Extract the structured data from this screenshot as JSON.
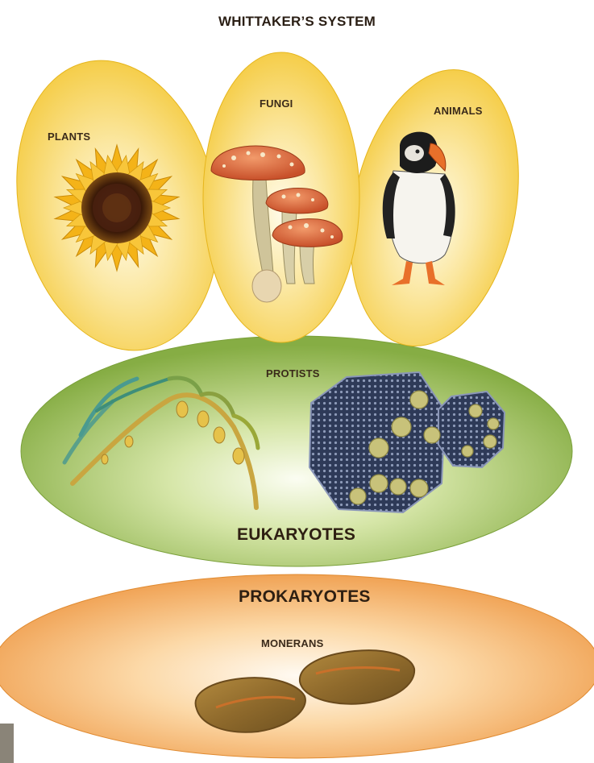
{
  "title": "WHITTAKER’S SYSTEM",
  "kingdoms": {
    "plants": "PLANTS",
    "fungi": "FUNGI",
    "animals": "ANIMALS",
    "protists": "PROTISTS",
    "monerans": "MONERANS"
  },
  "domains": {
    "eukaryotes": "EUKARYOTES",
    "prokaryotes": "PROKARYOTES"
  },
  "colors": {
    "plants_fungi_animals": "#f6cf4a",
    "eukaryotes": "#8cb24a",
    "prokaryotes": "#f0a050"
  },
  "illustrations": [
    "sunflower",
    "fly-agaric-mushrooms",
    "puffin",
    "seaweed",
    "green-alga-colonies",
    "bacterium"
  ]
}
